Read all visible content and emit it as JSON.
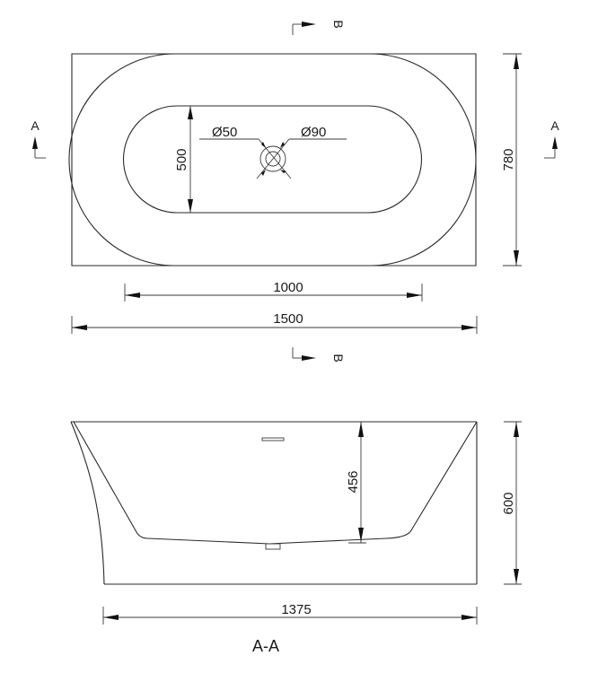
{
  "drawing": {
    "type": "technical-drawing",
    "subject": "Freestanding bathtub",
    "stroke_color": "#2a2a2a",
    "background_color": "#ffffff"
  },
  "plan_view": {
    "section_markers": {
      "a_left": "A",
      "a_right": "A",
      "b_top": "B",
      "b_bottom": "B"
    },
    "dimensions": {
      "basin_width": "500",
      "overall_depth": "780",
      "basin_length": "1000",
      "overall_length": "1500"
    },
    "drain_labels": {
      "waste": "Ø50",
      "overflow": "Ø90"
    }
  },
  "section_view": {
    "dimensions": {
      "inner_depth": "456",
      "overall_height": "600",
      "base_length": "1375"
    },
    "title": "A-A"
  }
}
